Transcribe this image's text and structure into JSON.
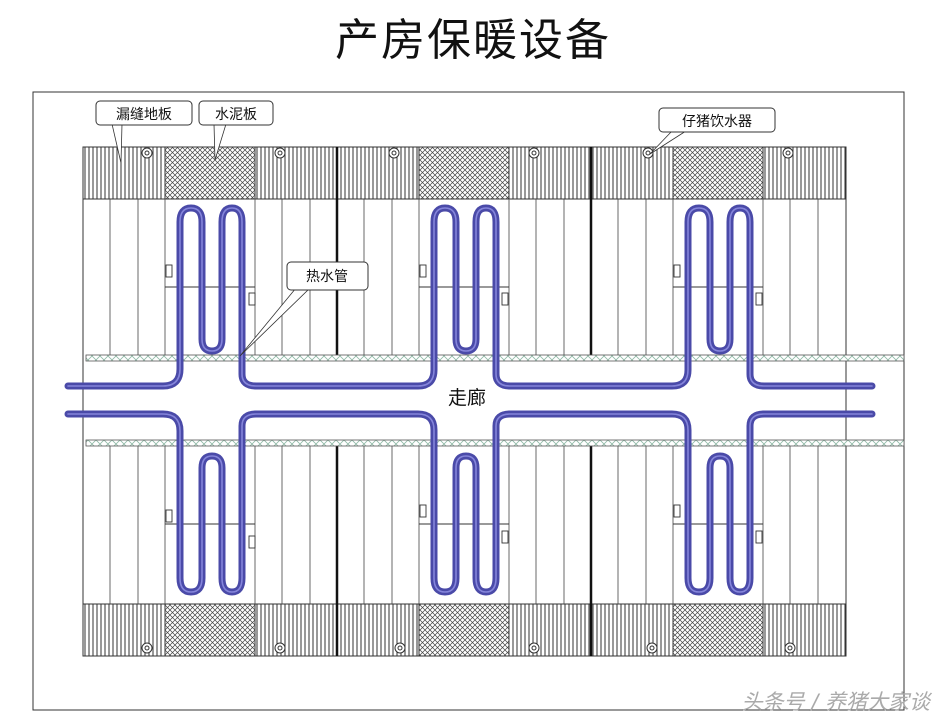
{
  "title": "产房保暖设备",
  "labels": {
    "slatted_floor": "漏缝地板",
    "cement_board": "水泥板",
    "drinker": "仔猪饮水器",
    "hot_water_pipe": "热水管",
    "corridor": "走廊"
  },
  "watermark": "头条号 / 养猪大家谈",
  "colors": {
    "pipe": "#4a4aa8",
    "pipe_highlight": "#8c8ce0",
    "line": "#333333",
    "rail": "#8fb9a6"
  }
}
